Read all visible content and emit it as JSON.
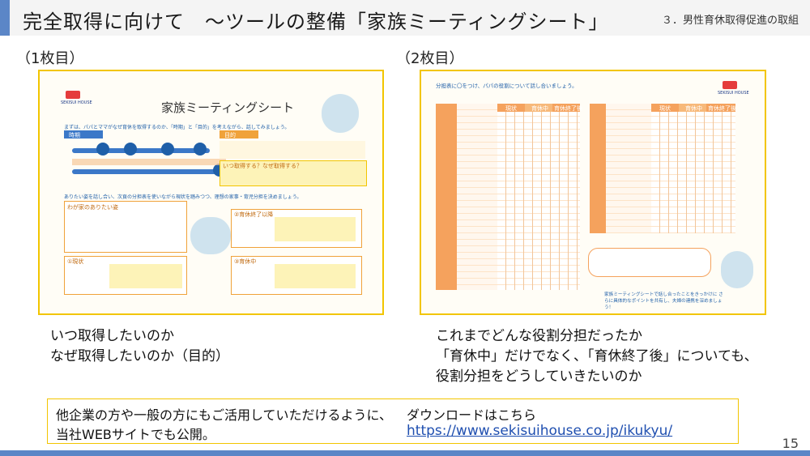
{
  "header": {
    "title": "完全取得に向けて　～ツールの整備「家族ミーティングシート」",
    "section": "３．男性育休取得促進の取組"
  },
  "sheet1": {
    "label": "（1枚目）",
    "thumb_title": "家族ミーティングシート",
    "logo_text": "SEKISUI HOUSE",
    "q1": "まずは、パパとママがなぜ育休を取得するのか、「時期」と「目的」を考えながら、話してみましょう。",
    "jiki": "時期",
    "mokuteki": "目的",
    "why_title": "いつ取得する？なぜ取得する？",
    "q2": "ありたい姿を話し合い、次頁の分担表を使いながら現状を踏みつつ、理想の家事・育児分担を決めましょう。",
    "ideal_box": "わが家のありたい姿",
    "box_after": "②育休終了以降",
    "box_now": "①現状",
    "box_during": "③育休中",
    "caption_line1": "いつ取得したいのか",
    "caption_line2": "なぜ取得したいのか（目的）"
  },
  "sheet2": {
    "label": "（2枚目）",
    "thumb_title": "分担表に〇をつけ、パパの役割について話し合いましょう。",
    "logo_text": "SEKISUI HOUSE",
    "col_now": "現状",
    "col_during": "育休中",
    "col_after": "育休終了後",
    "footer_text": "家族ミーティングシートで話し合ったことをきっかけに さらに具体的なポイントを共有し、夫婦の連携を深めましょう！",
    "caption_line1": "これまでどんな役割分担だったか",
    "caption_line2": "「育休中」だけでなく、「育休終了後」についても、",
    "caption_line3": "役割分担をどうしていきたいのか"
  },
  "notice": {
    "line1": "他企業の方や一般の方にもご活用していただけるように、",
    "line2": "当社WEBサイトでも公開。",
    "download": "ダウンロードはこちら",
    "url": "https://www.sekisuihouse.co.jp/ikukyu/"
  },
  "page_number": "15",
  "colors": {
    "accent_blue": "#5b86c7",
    "frame_yellow": "#f2c500",
    "sheet_orange": "#f5a25d",
    "sheet_yellow": "#fbe58a"
  }
}
